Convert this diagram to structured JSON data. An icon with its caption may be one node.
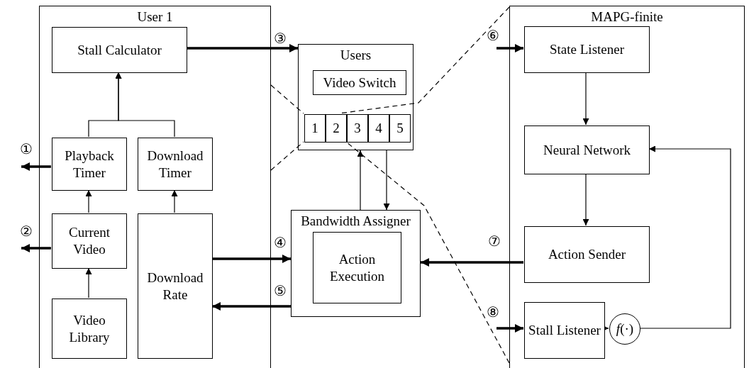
{
  "diagram": {
    "nodes": [
      {
        "text": [
          "User 1"
        ]
      },
      {
        "text": [
          "Stall Calculator"
        ],
        "in": 0
      },
      {
        "text": [
          "Playback Timer"
        ],
        "in": 0
      },
      {
        "text": [
          "Download Timer"
        ],
        "in": 0
      },
      {
        "text": [
          "Current Video"
        ],
        "in": 0
      },
      {
        "text": [
          "Download Rate"
        ],
        "in": 0
      },
      {
        "text": [
          "Video Library"
        ],
        "in": 0
      },
      {
        "text": [
          "Users"
        ]
      },
      {
        "text": [
          "Video Switch"
        ],
        "in": 7
      },
      {
        "text": [
          "1"
        ],
        "in": 7
      },
      {
        "text": [
          "2"
        ],
        "in": 7
      },
      {
        "text": [
          "3"
        ],
        "in": 7
      },
      {
        "text": [
          "4"
        ],
        "in": 7
      },
      {
        "text": [
          "5"
        ],
        "in": 7
      },
      {
        "text": [
          "Bandwidth Assigner"
        ]
      },
      {
        "text": [
          "Action Execution"
        ],
        "in": 14
      },
      {
        "text": [
          "MAPG-finite"
        ]
      },
      {
        "text": [
          "State Listener"
        ],
        "in": 16
      },
      {
        "text": [
          "Neural Network"
        ],
        "in": 16
      },
      {
        "text": [
          "Action Sender"
        ],
        "in": 16
      },
      {
        "text": [
          "Stall Listener"
        ],
        "in": 16
      },
      {
        "text": [
          "*f*(·)"
        ],
        "in": 16
      }
    ],
    "edges": [
      {
        "from": 2,
        "to": 1,
        "arrow": "to"
      },
      {
        "from": 3,
        "to": 1,
        "arrow": "to"
      },
      {
        "from": 4,
        "to": 2,
        "arrow": "to"
      },
      {
        "from": 5,
        "to": 3,
        "arrow": "to"
      },
      {
        "from": 6,
        "to": 4,
        "arrow": "to"
      },
      {
        "from": 2,
        "to": null,
        "arrow": "to",
        "label": "①",
        "style": "thick"
      },
      {
        "from": 4,
        "to": null,
        "arrow": "to",
        "label": "②",
        "style": "thick"
      },
      {
        "from": 1,
        "to": 7,
        "arrow": "to",
        "label": "③",
        "style": "thick"
      },
      {
        "from": 5,
        "to": 14,
        "arrow": "to",
        "label": "④",
        "style": "thick"
      },
      {
        "from": 14,
        "to": 5,
        "arrow": "to",
        "label": "⑤",
        "style": "thick"
      },
      {
        "from": null,
        "to": 17,
        "arrow": "to",
        "label": "⑥",
        "style": "thick"
      },
      {
        "from": 19,
        "to": 14,
        "arrow": "to",
        "label": "⑦",
        "style": "thick"
      },
      {
        "from": null,
        "to": 20,
        "arrow": "to",
        "label": "⑧",
        "style": "thick"
      },
      {
        "from": 14,
        "to": 7,
        "arrow": "to"
      },
      {
        "from": 7,
        "to": 14,
        "arrow": "to"
      },
      {
        "from": 17,
        "to": 18,
        "arrow": "to"
      },
      {
        "from": 18,
        "to": 19,
        "arrow": "to"
      },
      {
        "from": 20,
        "to": 21,
        "arrow": "to"
      },
      {
        "from": 21,
        "to": 18,
        "arrow": "to"
      },
      {
        "from": 0,
        "to": 9,
        "arrow": "none",
        "style": "dashed"
      },
      {
        "from": 0,
        "to": 9,
        "arrow": "none",
        "style": "dashed"
      },
      {
        "from": 16,
        "to": 10,
        "arrow": "none",
        "style": "dashed"
      },
      {
        "from": 16,
        "to": 10,
        "arrow": "none",
        "style": "dashed"
      }
    ]
  }
}
